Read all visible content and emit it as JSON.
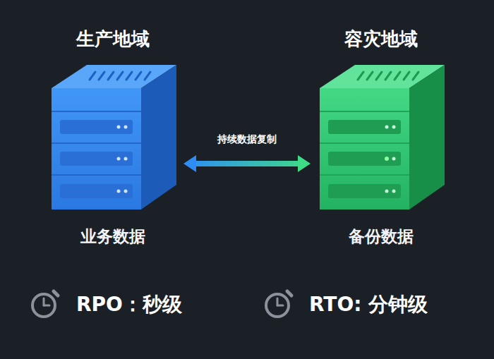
{
  "diagram": {
    "nodes": [
      {
        "text": [
          "生产地域",
          "业务数据"
        ]
      },
      {
        "text": [
          "容灾地域",
          "备份数据"
        ]
      }
    ],
    "edges": [
      {
        "from": 0,
        "to": 1,
        "arrow": "both",
        "label": "持续数据复制"
      }
    ],
    "labels": [
      "RPO：秒级",
      "RTO: 分钟级"
    ]
  }
}
